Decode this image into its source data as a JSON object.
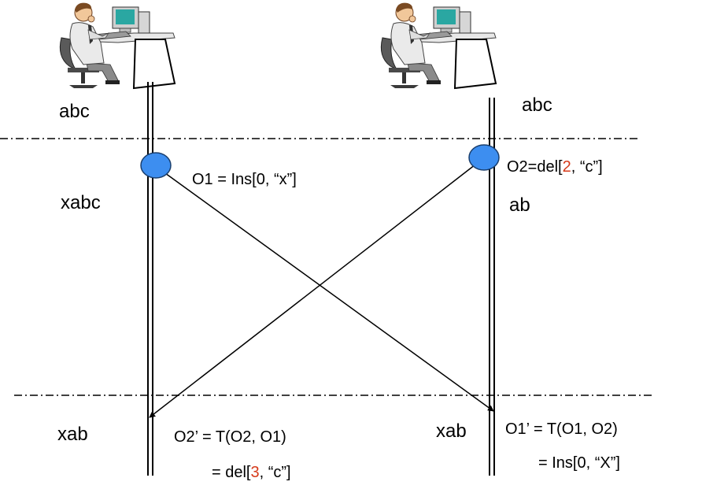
{
  "colors": {
    "line": "#000000",
    "op_dot": "#3d8ef0",
    "highlight": "#d63a1a"
  },
  "site_left": {
    "icon": "user-at-computer-icon",
    "state_initial": "abc",
    "state_after_local": "xabc",
    "state_final": "xab",
    "local_op": "O1 = Ins[0, “x”]",
    "transformed_op": "O2’ = T(O2, O1)",
    "transformed_result_pre": "= del[",
    "transformed_result_num": "3",
    "transformed_result_post": ", “c”]"
  },
  "site_right": {
    "icon": "user-at-computer-icon",
    "state_initial": "abc",
    "state_after_local": "ab",
    "state_final": "xab",
    "local_op_pre": "O2=del[",
    "local_op_num": "2",
    "local_op_post": ", “c”]",
    "transformed_op": "O1’ = T(O1, O2)",
    "transformed_result": "= Ins[0, “X”]"
  }
}
